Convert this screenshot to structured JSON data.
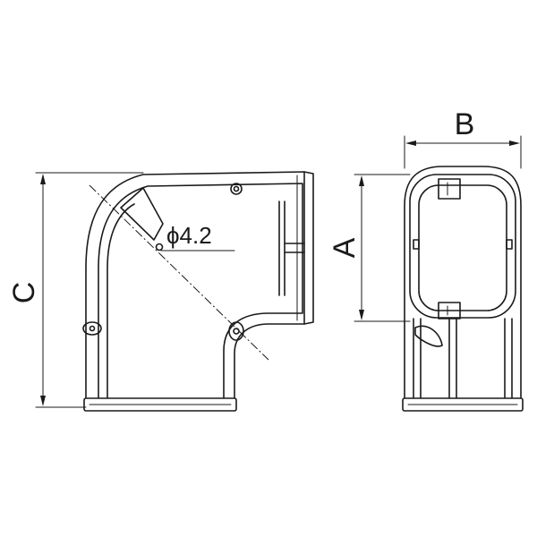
{
  "dimensions": {
    "width_label": "B",
    "height_label": "A",
    "length_label": "C",
    "hole_label": "ϕ4.2"
  },
  "colors": {
    "line": "#1a1a1a",
    "background": "#ffffff"
  }
}
